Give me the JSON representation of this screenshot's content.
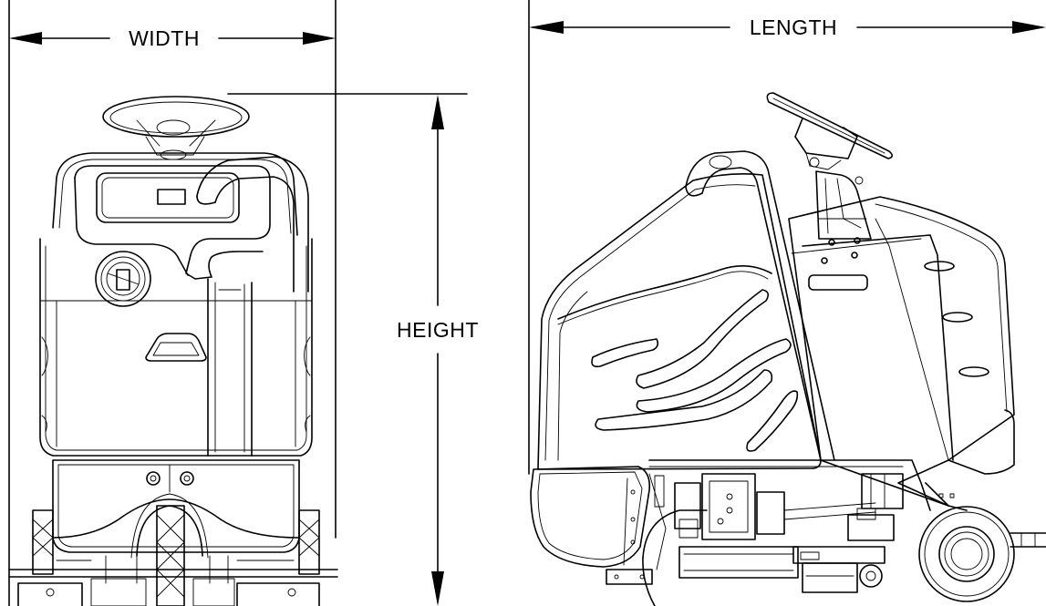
{
  "dimensions": {
    "width_label": "WIDTH",
    "length_label": "LENGTH",
    "height_label": "HEIGHT"
  },
  "colors": {
    "ink": "#000000",
    "background": "#ffffff"
  }
}
